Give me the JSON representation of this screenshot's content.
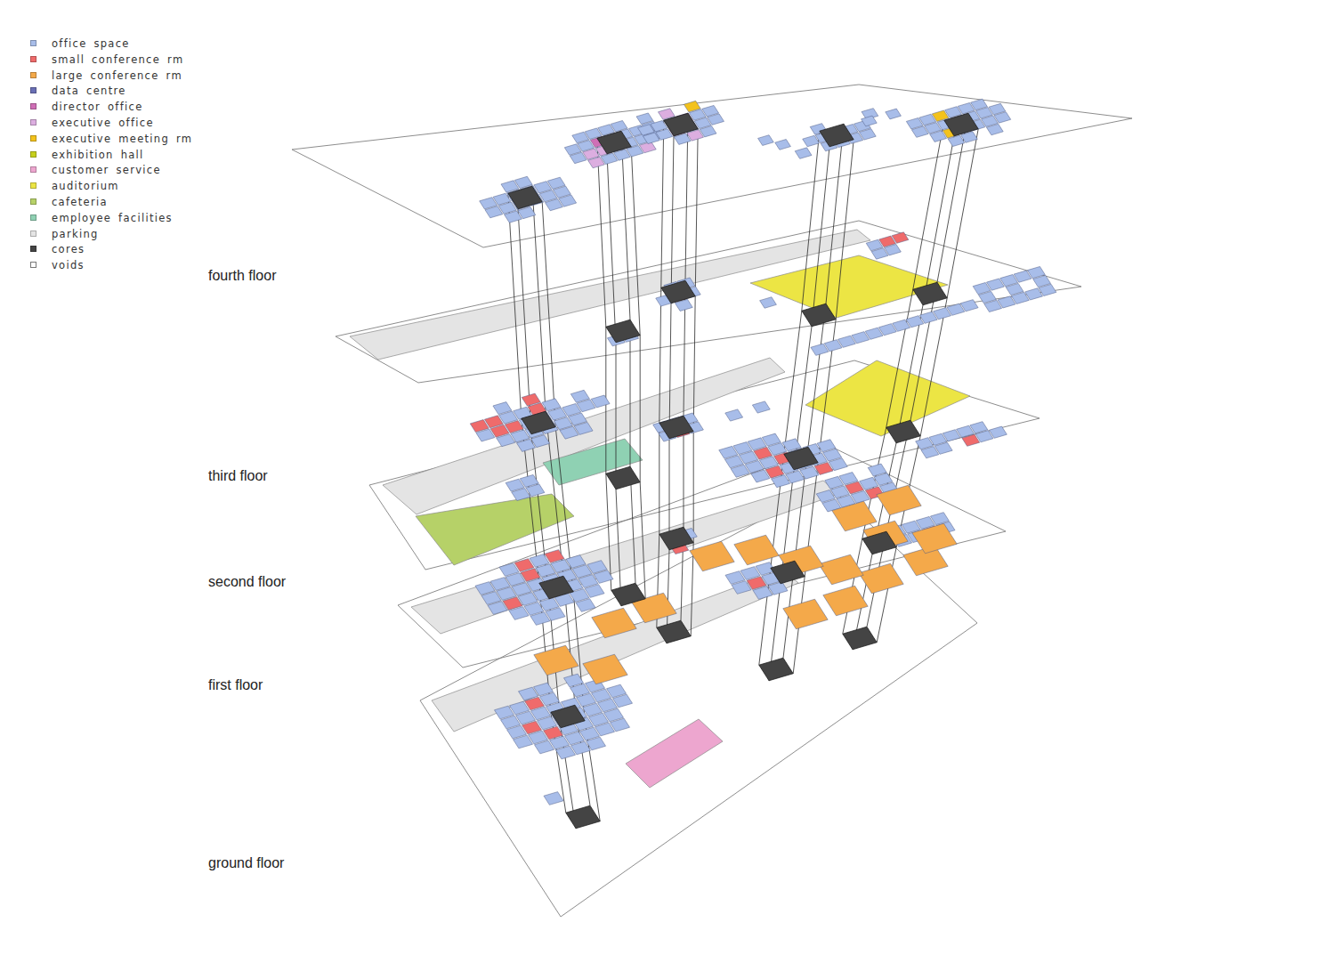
{
  "diagram": {
    "labels": [
      "fourth floor",
      "third floor",
      "second floor",
      "first floor",
      "ground floor"
    ],
    "legend": [
      {
        "text": "office space",
        "color": "#a8bde9"
      },
      {
        "text": "small conference rm",
        "color": "#ef6b6b"
      },
      {
        "text": "large conference rm",
        "color": "#f4a94a"
      },
      {
        "text": "data centre",
        "color": "#6a6fb5"
      },
      {
        "text": "director office",
        "color": "#cf6fb6"
      },
      {
        "text": "executive office",
        "color": "#dcaee0"
      },
      {
        "text": "executive meeting rm",
        "color": "#f3c21c"
      },
      {
        "text": "exhibition hall",
        "color": "#c6cf1c"
      },
      {
        "text": "customer service",
        "color": "#eda6cf"
      },
      {
        "text": "auditorium",
        "color": "#ece544"
      },
      {
        "text": "cafeteria",
        "color": "#b6d168"
      },
      {
        "text": "employee facilities",
        "color": "#8fd1b3"
      },
      {
        "text": "parking",
        "color": "#e4e4e4"
      },
      {
        "text": "cores",
        "color": "#444444"
      },
      {
        "text": "voids"
      }
    ]
  }
}
